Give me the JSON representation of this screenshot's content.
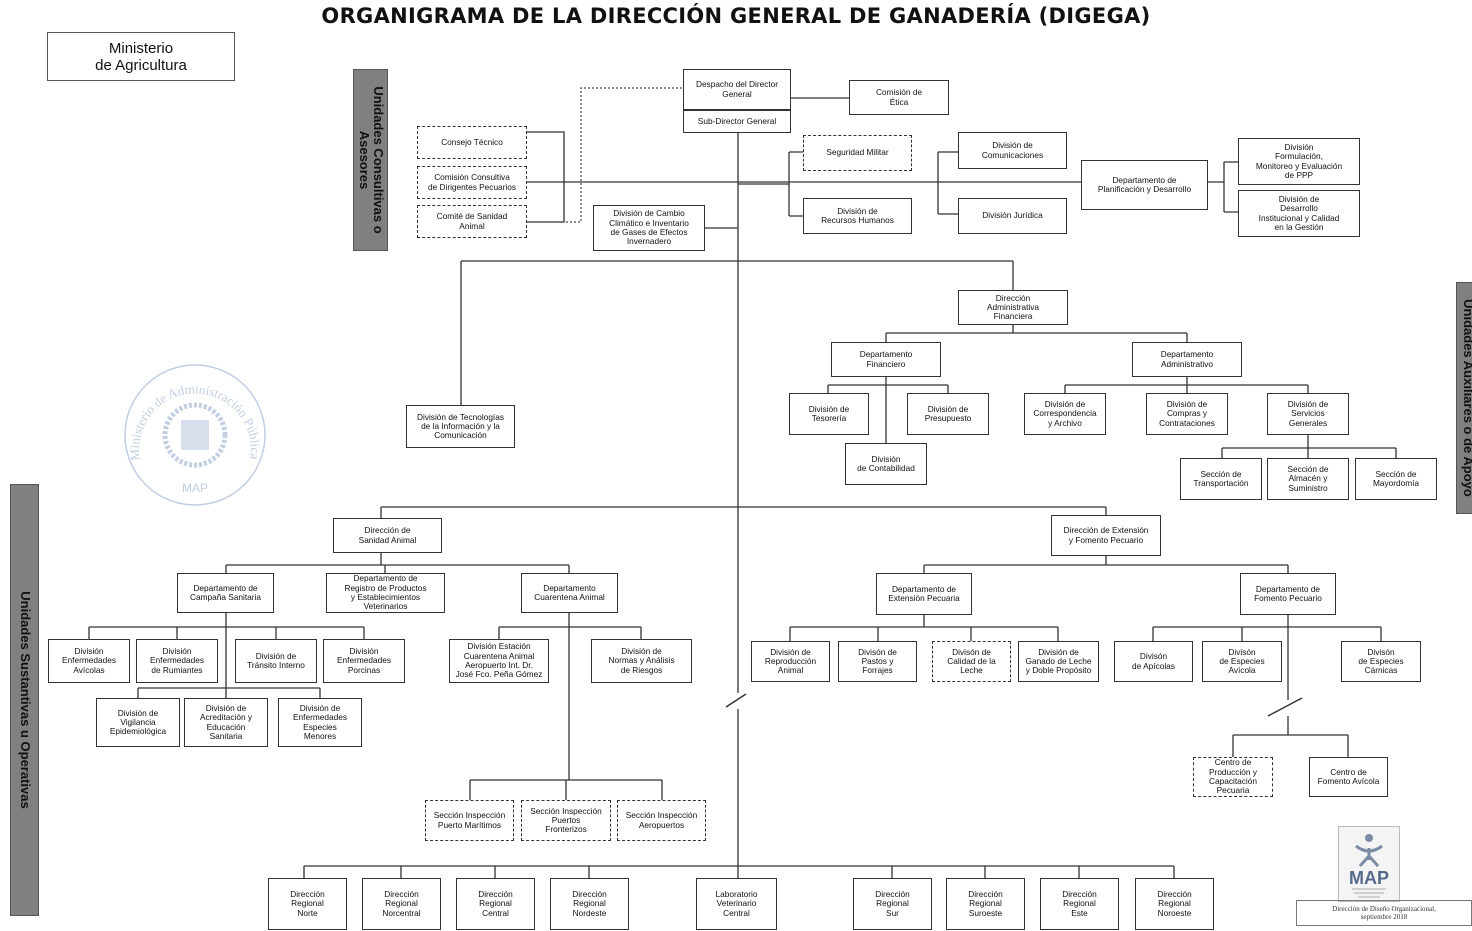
{
  "title": "ORGANIGRAMA DE LA DIRECCIÓN GENERAL DE GANADERÍA (DIGEGA)",
  "ministry": "Ministerio\nde Agricultura",
  "bands": {
    "consultivas": "Unidades Consultivas o\nAsesores",
    "auxiliares": "Unidades Auxiliares o de Apoyo",
    "sustantivas": "Unidades Sustantivas u Operativas"
  },
  "units": {
    "despacho": "Despacho del Director\nGeneral",
    "subdirector": "Sub-Director General",
    "etica": "Comisión de\nÉtica",
    "consejo": "Consejo Técnico",
    "comision_consultiva": "Comisión Consultiva\nde Dirigentes Pecuarios",
    "comite_sanidad": "Comité de Sanidad\nAnimal",
    "cambio_climatico": "División de Cambio\nClimático e Inventario\nde Gases de Efectos\nInvernadero",
    "seguridad": "Seguridad Militar",
    "rrhh": "División de\nRecursos Humanos",
    "comunicaciones": "División de\nComunicaciones",
    "juridica": "División Jurídica",
    "planificacion": "Departamento de\nPlanificación y Desarrollo",
    "formulacion": "División\nFormulación,\nMonitoreo y Evaluación\nde PPP",
    "desarrollo_inst": "División de\nDesarrollo\nInstitucional y Calidad\nen la Gestión",
    "dir_admin": "Dirección\nAdministrativa\nFinanciera",
    "dep_financiero": "Departamento\nFinanciero",
    "dep_administrativo": "Departamento\nAdministrativo",
    "tesoreria": "División de\nTesorería",
    "presupuesto": "División de\nPresupuesto",
    "contabilidad": "División\nde Contabilidad",
    "correspondencia": "División de\nCorrespondencia\ny Archivo",
    "compras": "División de\nCompras y\nContrataciones",
    "servicios": "División de\nServicios\nGenerales",
    "transportacion": "Sección de\nTransportación",
    "almacen": "Sección de\nAlmacén y\nSuministro",
    "mayordomia": "Sección de\nMayordomía",
    "tic": "División de Tecnologías\nde la Información y la\nComunicación",
    "dir_sanidad": "Dirección de\nSanidad Animal",
    "dir_extension": "Dirección de Extensión\ny Fomento Pecuario",
    "dep_campana": "Departamento de\nCampaña Sanitaria",
    "dep_registro": "Departamento de\nRegistro de Productos\ny Establecimientos\nVeterinarios",
    "dep_cuarentena": "Departamento\nCuarentena Animal",
    "div_avicolas": "División\nEnfermedades\nAvícolas",
    "div_rumiantes": "División\nEnfermedades\nde Rumiantes",
    "div_transito": "División de\nTránsito Interno",
    "div_porcinas": "División\nEnfermedades\nPorcinas",
    "div_vigilancia": "División de\nVigilancia\nEpidemiológica",
    "div_acreditacion": "División de\nAcreditación y\nEducación\nSanitaria",
    "div_menores": "División de\nEnfermedades\nEspecies\nMenores",
    "div_estacion": "División Estación\nCuarentena Animal\nAeropuerto Int. Dr.\nJosé Fco. Peña Gómez",
    "div_normas": "División de\nNormas y Análisis\nde Riesgos",
    "sec_maritimos": "Sección Inspección\nPuerto Marítimos",
    "sec_fronterizos": "Sección Inspección\nPuertos\nFronterizos",
    "sec_aeropuertos": "Sección Inspección\nAeropuertos",
    "dep_ext_pecuaria": "Departamento de\nExtensión Pecuaria",
    "dep_fomento": "Departamento de\nFomento Pecuario",
    "div_reproduccion": "División de\nReproducción\nAnimal",
    "div_pastos": "Divisón de\nPastos y\nForrajes",
    "div_calidad_leche": "Divisón de\nCalidad de la\nLeche",
    "div_ganado_leche": "División de\nGanado de Leche\ny Doble Propósito",
    "div_apicolas": "Divisón\nde Apícolas",
    "div_esp_avicola": "Divisón\nde Especies\nAvícola",
    "div_esp_carnicas": "Divisón\nde Especies\nCárnicas",
    "centro_produccion": "Centro de\nProducción y\nCapacitación\nPecuaria",
    "centro_avicola": "Centro de\nFomento Avícola",
    "reg_norte": "Dirección\nRegional\nNorte",
    "reg_norcentral": "Dirección\nRegional\nNorcentral",
    "reg_central": "Dirección\nRegional\nCentral",
    "reg_nordeste": "Dirección\nRegional\nNordeste",
    "laboratorio": "Laboratorio\nVeterinario\nCentral",
    "reg_sur": "Dirección\nRegional\nSur",
    "reg_suroeste": "Dirección\nRegional\nSuroeste",
    "reg_este": "Dirección\nRegional\nEste",
    "reg_noroeste": "Dirección\nRegional\nNoroeste"
  },
  "seal": {
    "text": "Ministerio de Administración Pública",
    "abbr": "MAP"
  },
  "logo": {
    "text": "MAP",
    "icon": "map-logo-figure-icon"
  },
  "credit": "Dirección de Diseño Organizacional,\nseptiembre 2018"
}
